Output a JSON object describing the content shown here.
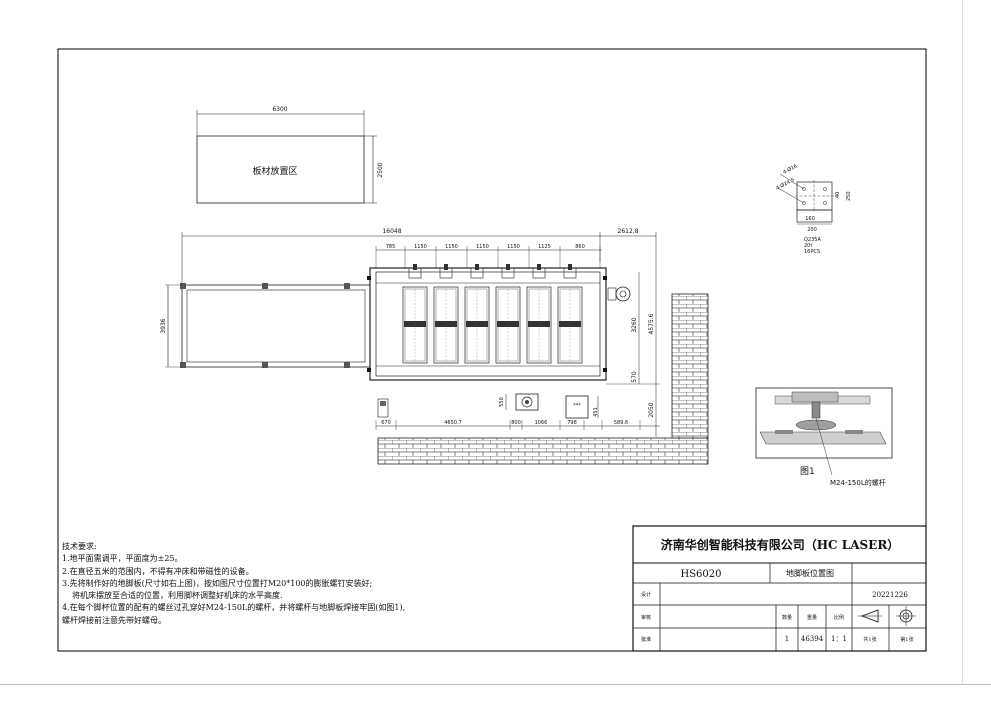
{
  "storage_area": {
    "label": "板材放置区",
    "width_dim": "6300",
    "height_dim": "2500"
  },
  "plate_detail": {
    "hole_callout_1": "4-Ø16",
    "hole_callout_2": "4-Ø24.5",
    "dim_inner": "160",
    "dim_outer": "200",
    "dim_height_1": "40",
    "dim_height_2": "250",
    "material": "Q235A",
    "thickness": "20t",
    "quantity": "16PCS"
  },
  "machine": {
    "overall_length": "16048",
    "right_clearance": "2612.8",
    "bay_dims": [
      "785",
      "1150",
      "1150",
      "1150",
      "1150",
      "1125",
      "860"
    ],
    "left_height": "3936",
    "bed_height": "3260",
    "total_height": "4575.6",
    "lower_gap": "570",
    "bottom_offset": "2050",
    "bottom_dims": [
      "670",
      "4650.7",
      "800",
      "1066",
      "798",
      "451",
      "589.6"
    ],
    "chiller_dim": "550",
    "cabinet_label": "***"
  },
  "figure1": {
    "caption": "图1",
    "bolt_label": "M24-150L的螺杆"
  },
  "notes": {
    "heading": "技术要求:",
    "lines": [
      "1.地平面需调平，平面度为±25。",
      "2.在直径五米的范围内，不得有冲床和带磁性的设备。",
      "3.先将制作好的地脚板(尺寸如右上图)，按如图尺寸位置打M20*100的膨胀螺钉安装好;",
      "  将机床摆放至合适的位置，利用脚杯调整好机床的水平高度.",
      "4.在每个脚杯位置的配有的螺丝过孔穿好M24-150L的螺杆，并将螺杆与地脚板焊接牢固(如图1),",
      "螺杆焊接前注意先带好螺母。"
    ]
  },
  "title_block": {
    "company": "济南华创智能科技有限公司（HC LASER）",
    "model": "HS6020",
    "drawing_name": "地脚板位置图",
    "date": "20221226",
    "row_design": "设计",
    "row_check": "审核",
    "row_approve": "批准",
    "col_qty": "数量",
    "col_weight": "重量",
    "col_scale": "比例",
    "qty": "1",
    "weight": "46394",
    "scale": "1：1",
    "sheets_total": "共1张",
    "sheet_no": "第1张"
  }
}
